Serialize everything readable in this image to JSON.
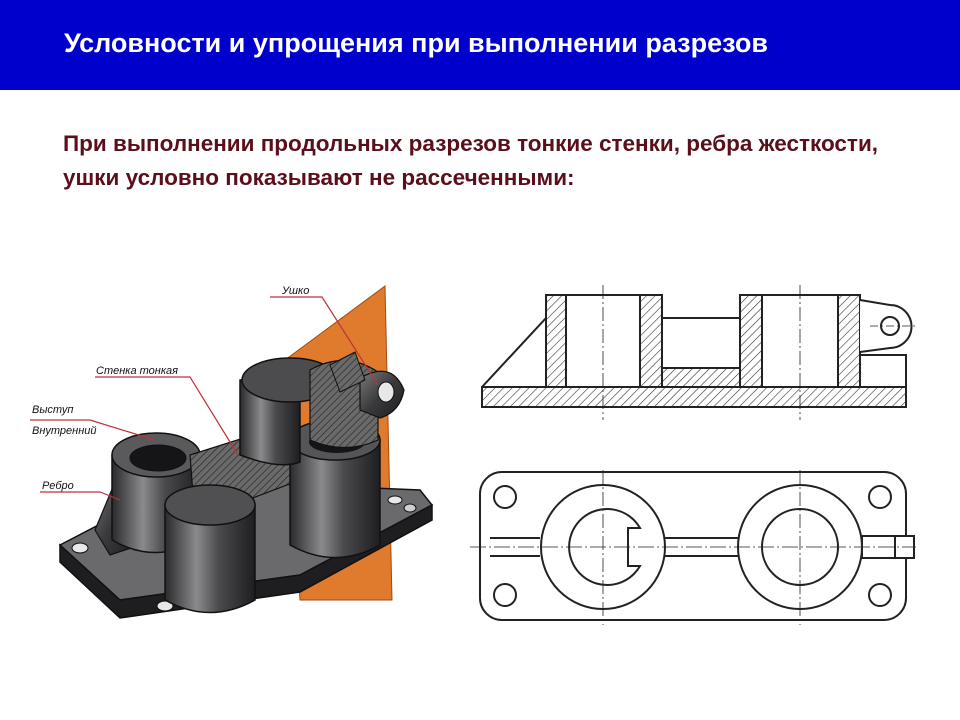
{
  "header": {
    "title": "Условности и упрощения при выполнении разрезов"
  },
  "body": {
    "text": "При выполнении продольных разрезов тонкие стенки, ребра жесткости, ушки  условно показывают не рассеченными:"
  },
  "iso_figure": {
    "labels": {
      "lug": "Ушко",
      "thin_wall": "Стенка тонкая",
      "protrusion_1": "Выступ",
      "protrusion_2": "Внутренний",
      "rib": "Ребро"
    }
  },
  "colors": {
    "header_bg": "#0000cc",
    "header_text": "#ffffff",
    "body_text": "#5a0f1a",
    "section_plane": "#e07a2c",
    "part_body": "#3c3c3e",
    "label_line": "#c0303a"
  }
}
